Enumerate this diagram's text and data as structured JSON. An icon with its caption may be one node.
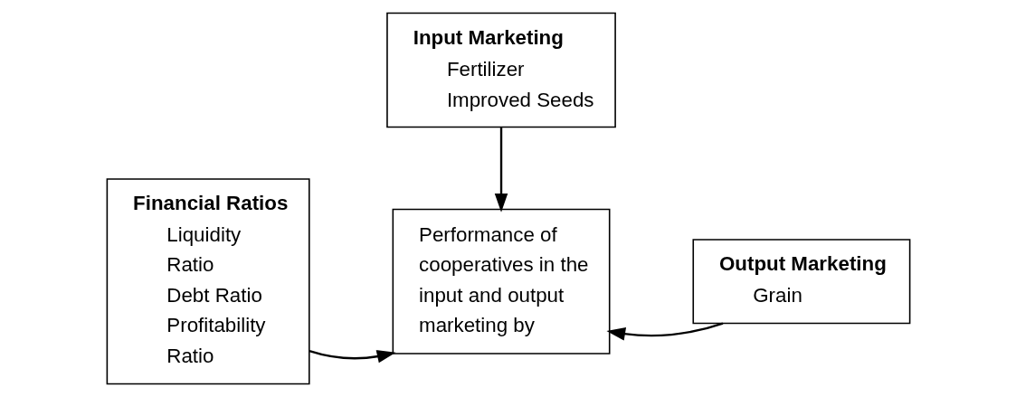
{
  "diagram": {
    "nodes": [
      {
        "text": [
          "Input Marketing",
          "Fertilizer",
          "Improved Seeds"
        ]
      },
      {
        "text": [
          "Financial Ratios",
          "Liquidity Ratio",
          "Debt Ratio",
          "Profitability Ratio"
        ]
      },
      {
        "text": [
          "Performance of cooperatives in the input and output marketing by"
        ]
      },
      {
        "text": [
          "Output Marketing",
          "Grain"
        ]
      }
    ],
    "edges": [
      {
        "from": 0,
        "to": 2,
        "arrow": "to"
      },
      {
        "from": 1,
        "to": 2,
        "arrow": "to"
      },
      {
        "from": 3,
        "to": 2,
        "arrow": "to"
      }
    ]
  }
}
